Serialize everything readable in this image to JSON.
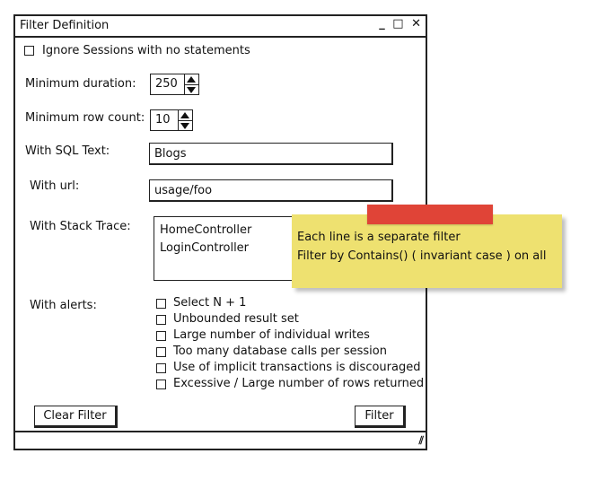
{
  "window": {
    "title": "Filter Definition",
    "controls": {
      "minimize": "_",
      "maximize": "□",
      "close": "✕"
    }
  },
  "ignore_sessions": {
    "label": "Ignore Sessions with no statements",
    "checked": false
  },
  "min_duration": {
    "label": "Minimum duration:",
    "value": "250"
  },
  "min_row_count": {
    "label": "Minimum row count:",
    "value": "10"
  },
  "sql_text": {
    "label": "With SQL Text:",
    "value": "Blogs"
  },
  "url": {
    "label": "With url:",
    "value": "usage/foo"
  },
  "stack_trace": {
    "label": "With Stack Trace:",
    "lines": [
      "HomeController",
      "LoginController"
    ]
  },
  "alerts": {
    "label": "With alerts:",
    "options": [
      "Select N + 1",
      "Unbounded result set",
      "Large number of individual writes",
      "Too many database calls per session",
      "Use of implicit transactions is discouraged",
      "Excessive / Large number of rows returned"
    ]
  },
  "buttons": {
    "clear": "Clear Filter",
    "filter": "Filter"
  },
  "note": {
    "lines": [
      "Each line is a separate filter",
      "Filter by Contains() ( invariant case ) on all"
    ],
    "color": "#eee170",
    "tape_color": "#e04437"
  },
  "status_grip": "⫽"
}
